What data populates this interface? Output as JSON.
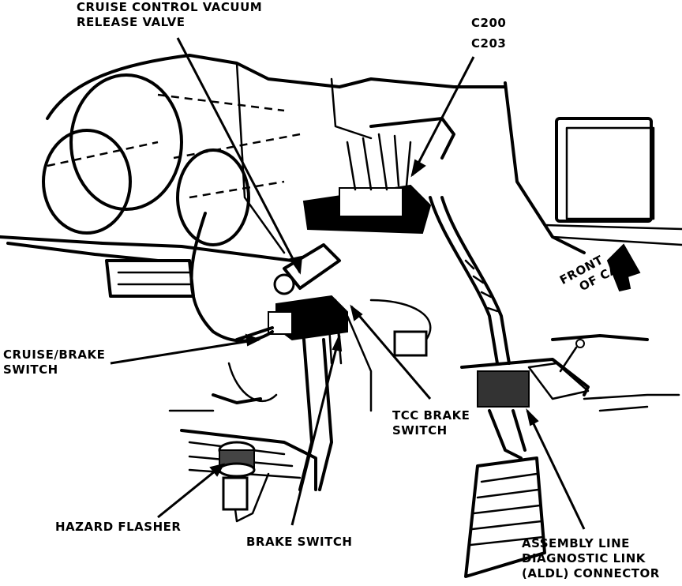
{
  "labels": {
    "cruise_valve": [
      "CRUISE CONTROL VACUUM",
      "RELEASE VALVE"
    ],
    "c200": "C200",
    "c203": "C203",
    "front_of_car": [
      "FRONT",
      "OF CAR"
    ],
    "cruise_brake": [
      "CRUISE/BRAKE",
      "SWITCH"
    ],
    "tcc_brake": [
      "TCC BRAKE",
      "SWITCH"
    ],
    "hazard_flasher": "HAZARD FLASHER",
    "brake_switch": "BRAKE SWITCH",
    "aldl": [
      "ASSEMBLY LINE",
      "DIAGNOSTIC LINK",
      "(ALDL) CONNECTOR"
    ]
  }
}
